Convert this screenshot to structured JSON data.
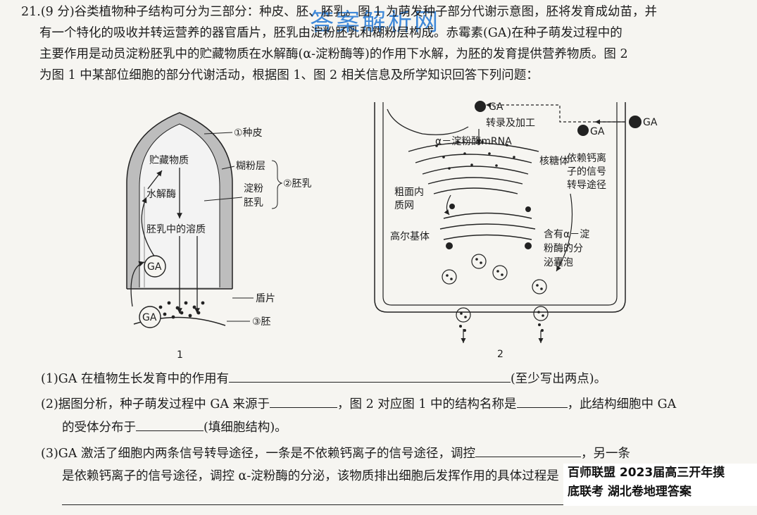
{
  "watermark": "答案解析网",
  "intro": {
    "line1": "21.(9 分)谷类植物种子结构可分为三部分：种皮、胚、胚乳。图 1 为萌发种子部分代谢示意图，胚将发育成幼苗，并",
    "line2": "有一个特化的吸收并转运营养的器官盾片，胚乳由淀粉胚乳和糊粉层构成。赤霉素(GA)在种子萌发过程中的",
    "line3": "主要作用是动员淀粉胚乳中的贮藏物质在水解酶(α-淀粉酶等)的作用下水解，为胚的发育提供营养物质。图 2",
    "line4": "为图 1 中某部位细胞的部分代谢活动，根据图 1、图 2 相关信息及所学知识回答下列问题："
  },
  "figure1": {
    "seed_coat": "①种皮",
    "storage": "贮藏物质",
    "aleurone": "糊粉层",
    "endosperm_group": "②胚乳",
    "starchy1": "淀粉",
    "starchy2": "胚乳",
    "hydrolase": "水解酶",
    "solutes": "胚乳中的溶质",
    "ga": "GA",
    "scutellum": "盾片",
    "embryo": "③胚",
    "number": "1"
  },
  "figure2": {
    "ga_top": "GA",
    "ga_mid": "GA",
    "ga_right": "GA",
    "transcription": "转录及加工",
    "mrna": "α－淀粉酶mRNA",
    "ribosome": "核糖体",
    "rough_er1": "粗面内",
    "rough_er2": "质网",
    "golgi": "高尔基体",
    "ca_path1": "依赖钙离",
    "ca_path2": "子的信号",
    "ca_path3": "转导途径",
    "vesicle1": "含有α－淀",
    "vesicle2": "粉酶的分",
    "vesicle3": "泌囊泡",
    "number": "2"
  },
  "questions": {
    "q1_text": "(1)GA 在植物生长发育中的作用有",
    "q1_hint": "(至少写出两点)。",
    "q2_a": "(2)据图分析，种子萌发过程中 GA 来源于",
    "q2_b": "，图 2 对应图 1 中的结构名称是",
    "q2_c": "，此结构细胞中 GA",
    "q2_d": "的受体分布于",
    "q2_e": "(填细胞结构)。",
    "q3_a": "(3)GA 激活了细胞内两条信号转导途径，一条是不依赖钙离子的信号途径，调控",
    "q3_b": "，另一条",
    "q3_c": "是依赖钙离子的信号途径，调控 α-淀粉酶的分泌，该物质排出细胞后发挥作用的具体过程是",
    "q3_end": "。"
  },
  "stamp": {
    "line1": "百师联盟 2023届高三开年摸",
    "line2": "底联考 湖北卷地理答案"
  }
}
